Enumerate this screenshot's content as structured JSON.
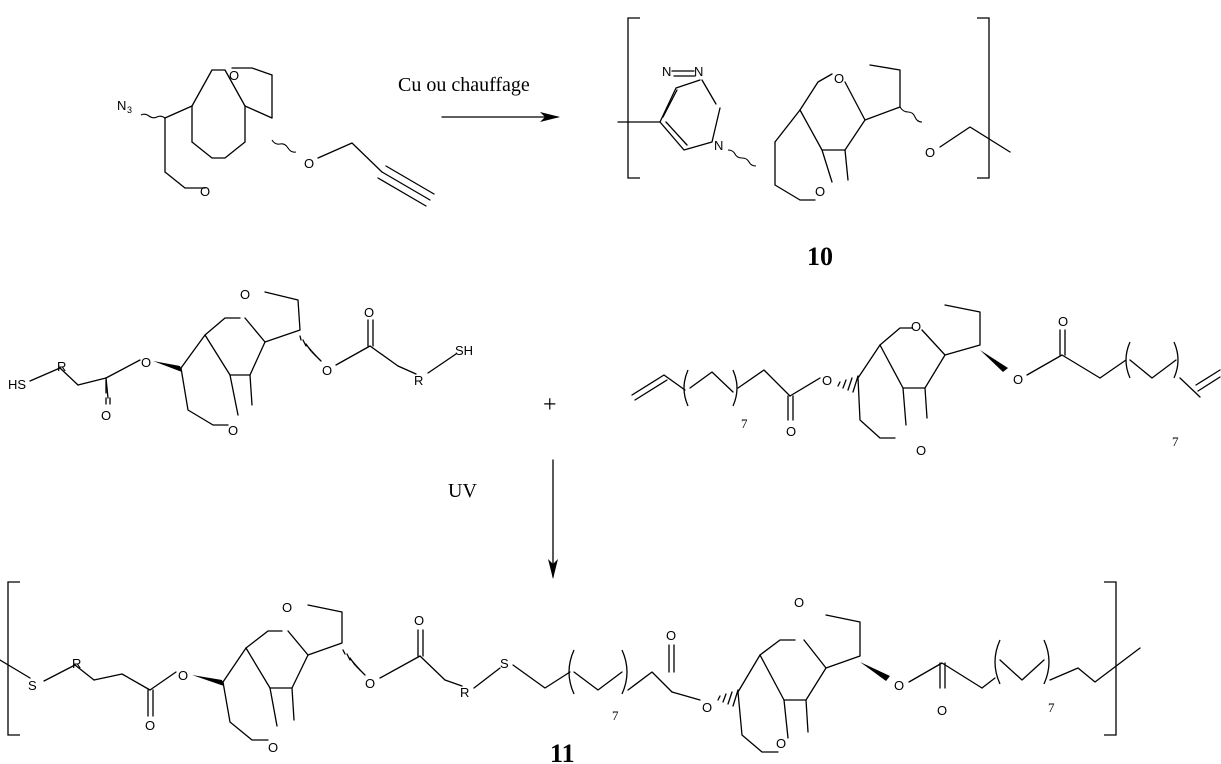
{
  "reaction1": {
    "condition": "Cu ou chauffage",
    "product_number": "10",
    "azide_label": "N",
    "azide_subscript": "3"
  },
  "reaction2": {
    "plus": "+",
    "condition": "UV",
    "product_number": "11",
    "repeat_index": "7"
  },
  "atoms": {
    "oxygen": "O",
    "nitrogen": "N",
    "sulfur": "S",
    "thiol": "SH",
    "thiol_left": "HS",
    "r_group": "R"
  }
}
